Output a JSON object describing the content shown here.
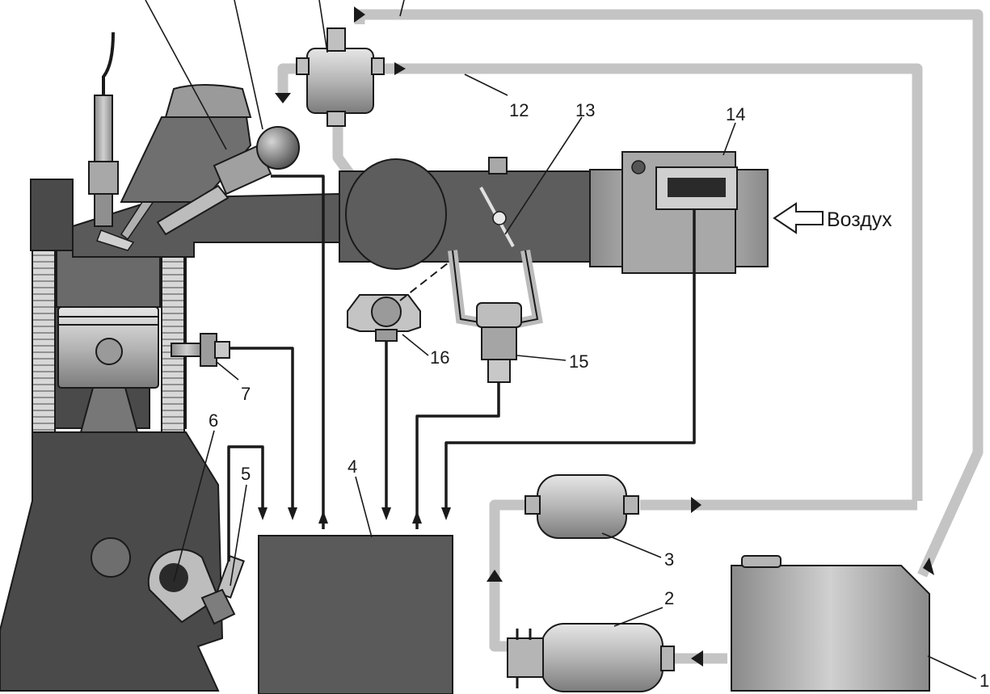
{
  "callouts": {
    "n1": "1",
    "n2": "2",
    "n3": "3",
    "n4": "4",
    "n5": "5",
    "n6": "6",
    "n7": "7",
    "n12": "12",
    "n13": "13",
    "n14": "14",
    "n15": "15",
    "n16": "16"
  },
  "air_inlet": {
    "label": "Воздух"
  },
  "colors": {
    "fuel_line": "#c4c4c4",
    "wire": "#1a1a1a",
    "engine_body": "#4a4a4a",
    "component_body": "#bdbdbd"
  }
}
